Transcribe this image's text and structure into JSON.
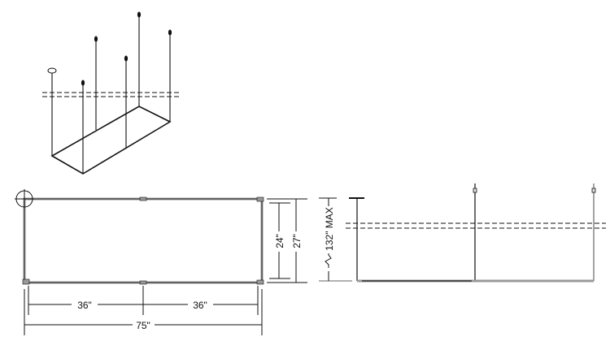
{
  "plan_view": {
    "segment_left": "36\"",
    "segment_right": "36\"",
    "overall_length": "75\"",
    "inner_width": "24\"",
    "outer_width": "27\""
  },
  "elevation_view": {
    "max_height": "132\" MAX"
  },
  "colors": {
    "line": "#111111",
    "frame": "#9a9a9a"
  }
}
